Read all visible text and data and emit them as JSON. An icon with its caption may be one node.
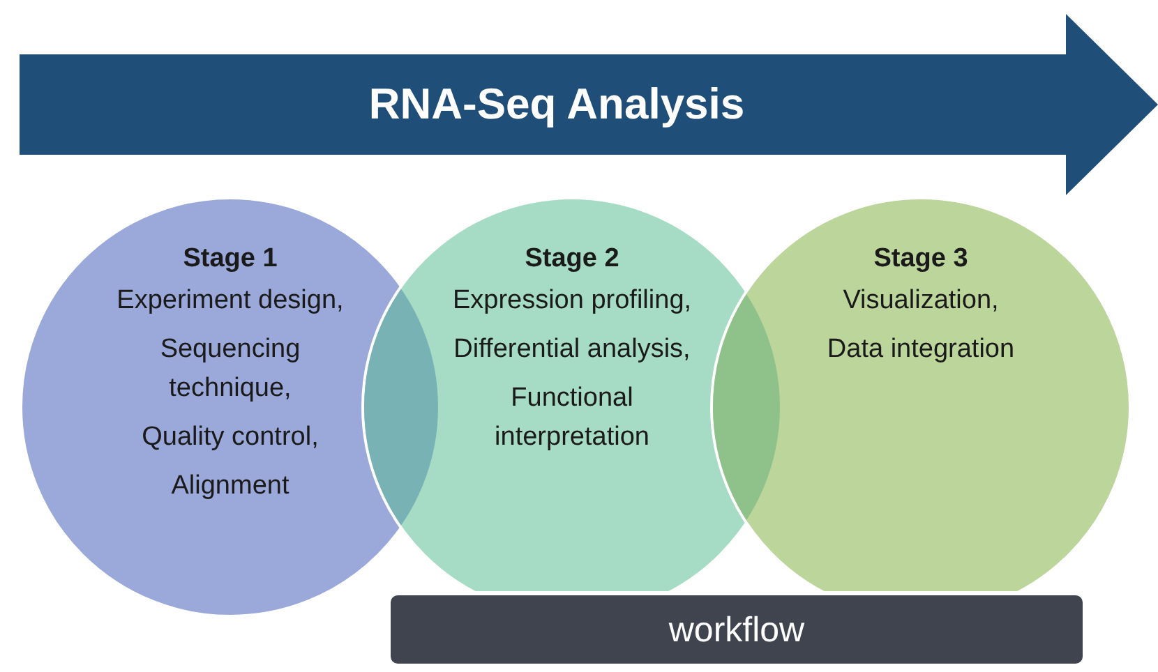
{
  "diagram": {
    "nodes": [
      {
        "text": [
          "RNA-Seq Analysis"
        ]
      },
      {
        "text": [
          "Stage 1",
          "Experiment design,",
          "Sequencing technique,",
          "Quality control,",
          "Alignment"
        ]
      },
      {
        "text": [
          "Stage 2",
          "Expression profiling,",
          "Differential analysis,",
          "Functional interpretation"
        ]
      },
      {
        "text": [
          "Stage 3",
          "Visualization,",
          "Data integration"
        ]
      },
      {
        "text": [
          "workflow"
        ]
      }
    ],
    "edges": []
  }
}
